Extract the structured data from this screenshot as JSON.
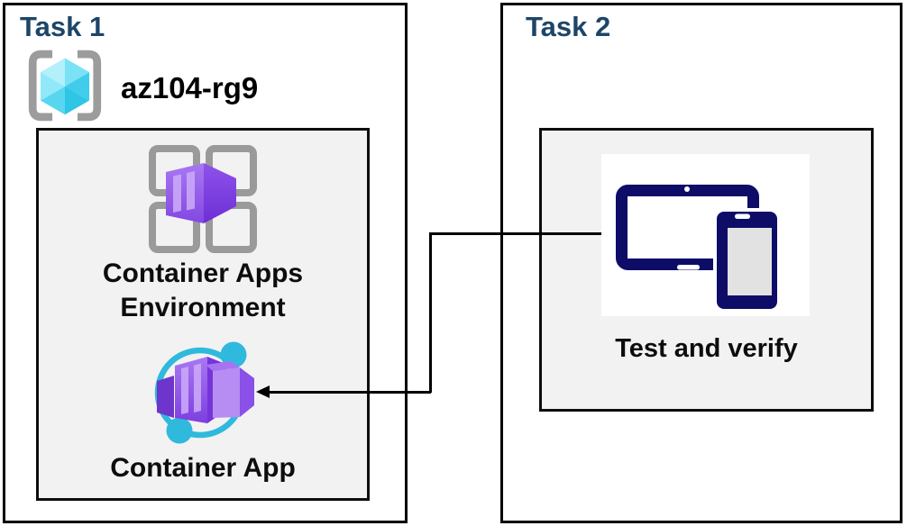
{
  "diagram": {
    "task1": {
      "title": "Task 1",
      "resource_group_name": "az104-rg9",
      "environment_label_line1": "Container Apps",
      "environment_label_line2": "Environment",
      "app_label": "Container App"
    },
    "task2": {
      "title": "Task 2",
      "action_label": "Test and verify"
    },
    "icons": {
      "resource_group": "resource-group-icon",
      "environment": "container-apps-environment-icon",
      "container_app": "container-app-icon",
      "devices": "tablet-phone-icon"
    },
    "colors": {
      "title_navy": "#1d4568",
      "box_border": "#000000",
      "inner_box_bg": "#f2f2f2",
      "grid_gray": "#9a9a9a",
      "cube_cyan": "#3ecdeb",
      "container_purple": "#8a4fe8",
      "app_ring_cyan": "#2fb9dd",
      "device_navy": "#0d0d68",
      "connector": "#000000"
    }
  }
}
